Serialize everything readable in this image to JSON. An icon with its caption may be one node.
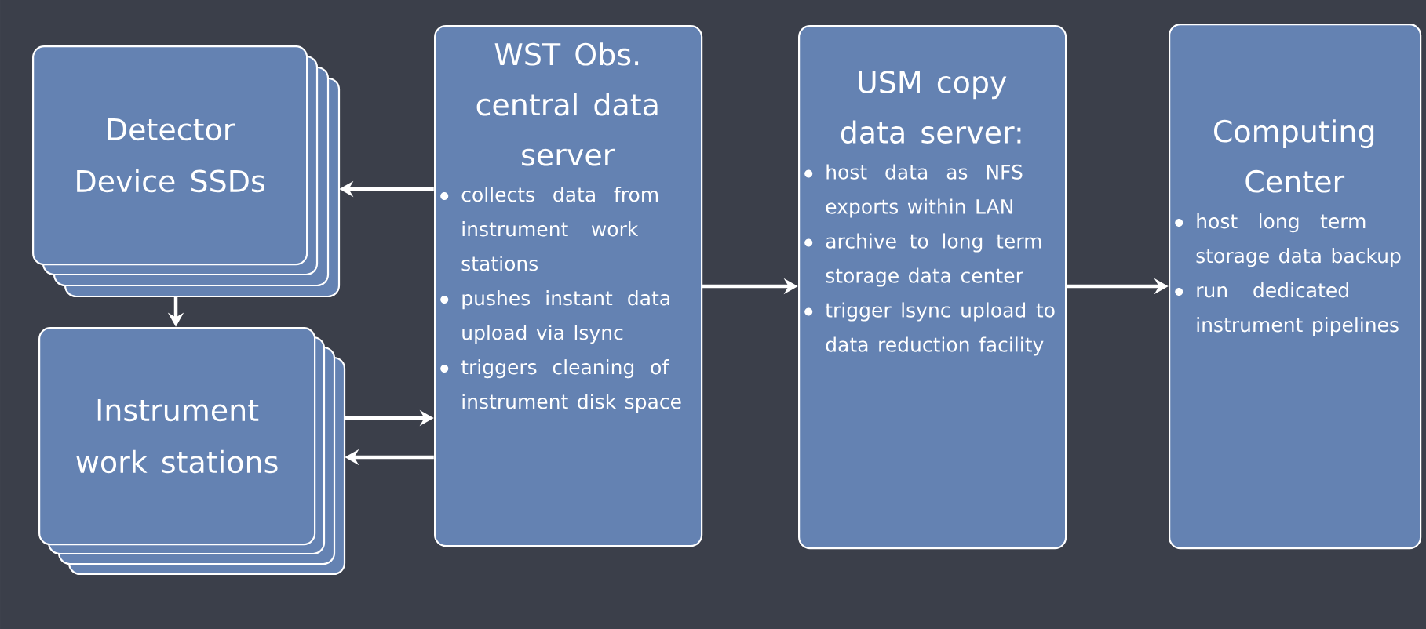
{
  "diagram": {
    "nodes": [
      {
        "text": [
          "Detector Device SSDs"
        ]
      },
      {
        "text": [
          "Instrument work stations"
        ]
      },
      {
        "text": [
          "WST Obs. central data server",
          "collects data from instrument work stations",
          "pushes instant data upload via lsync",
          "triggers cleaning of instrument disk space"
        ]
      },
      {
        "text": [
          "USM copy data server:",
          "host data as NFS exports within LAN",
          "archive to long term storage data center",
          "trigger lsync upload to data reduction facility"
        ]
      },
      {
        "text": [
          "Computing Center",
          "host long term storage data backup",
          "run dedicated instrument pipelines"
        ]
      }
    ],
    "edges": [
      {
        "from": 2,
        "to": 0,
        "arrow": "to"
      },
      {
        "from": 0,
        "to": 1,
        "arrow": "to"
      },
      {
        "from": 1,
        "to": 2,
        "arrow": "to"
      },
      {
        "from": 2,
        "to": 1,
        "arrow": "to"
      },
      {
        "from": 2,
        "to": 3,
        "arrow": "to"
      },
      {
        "from": 3,
        "to": 4,
        "arrow": "to"
      }
    ]
  }
}
